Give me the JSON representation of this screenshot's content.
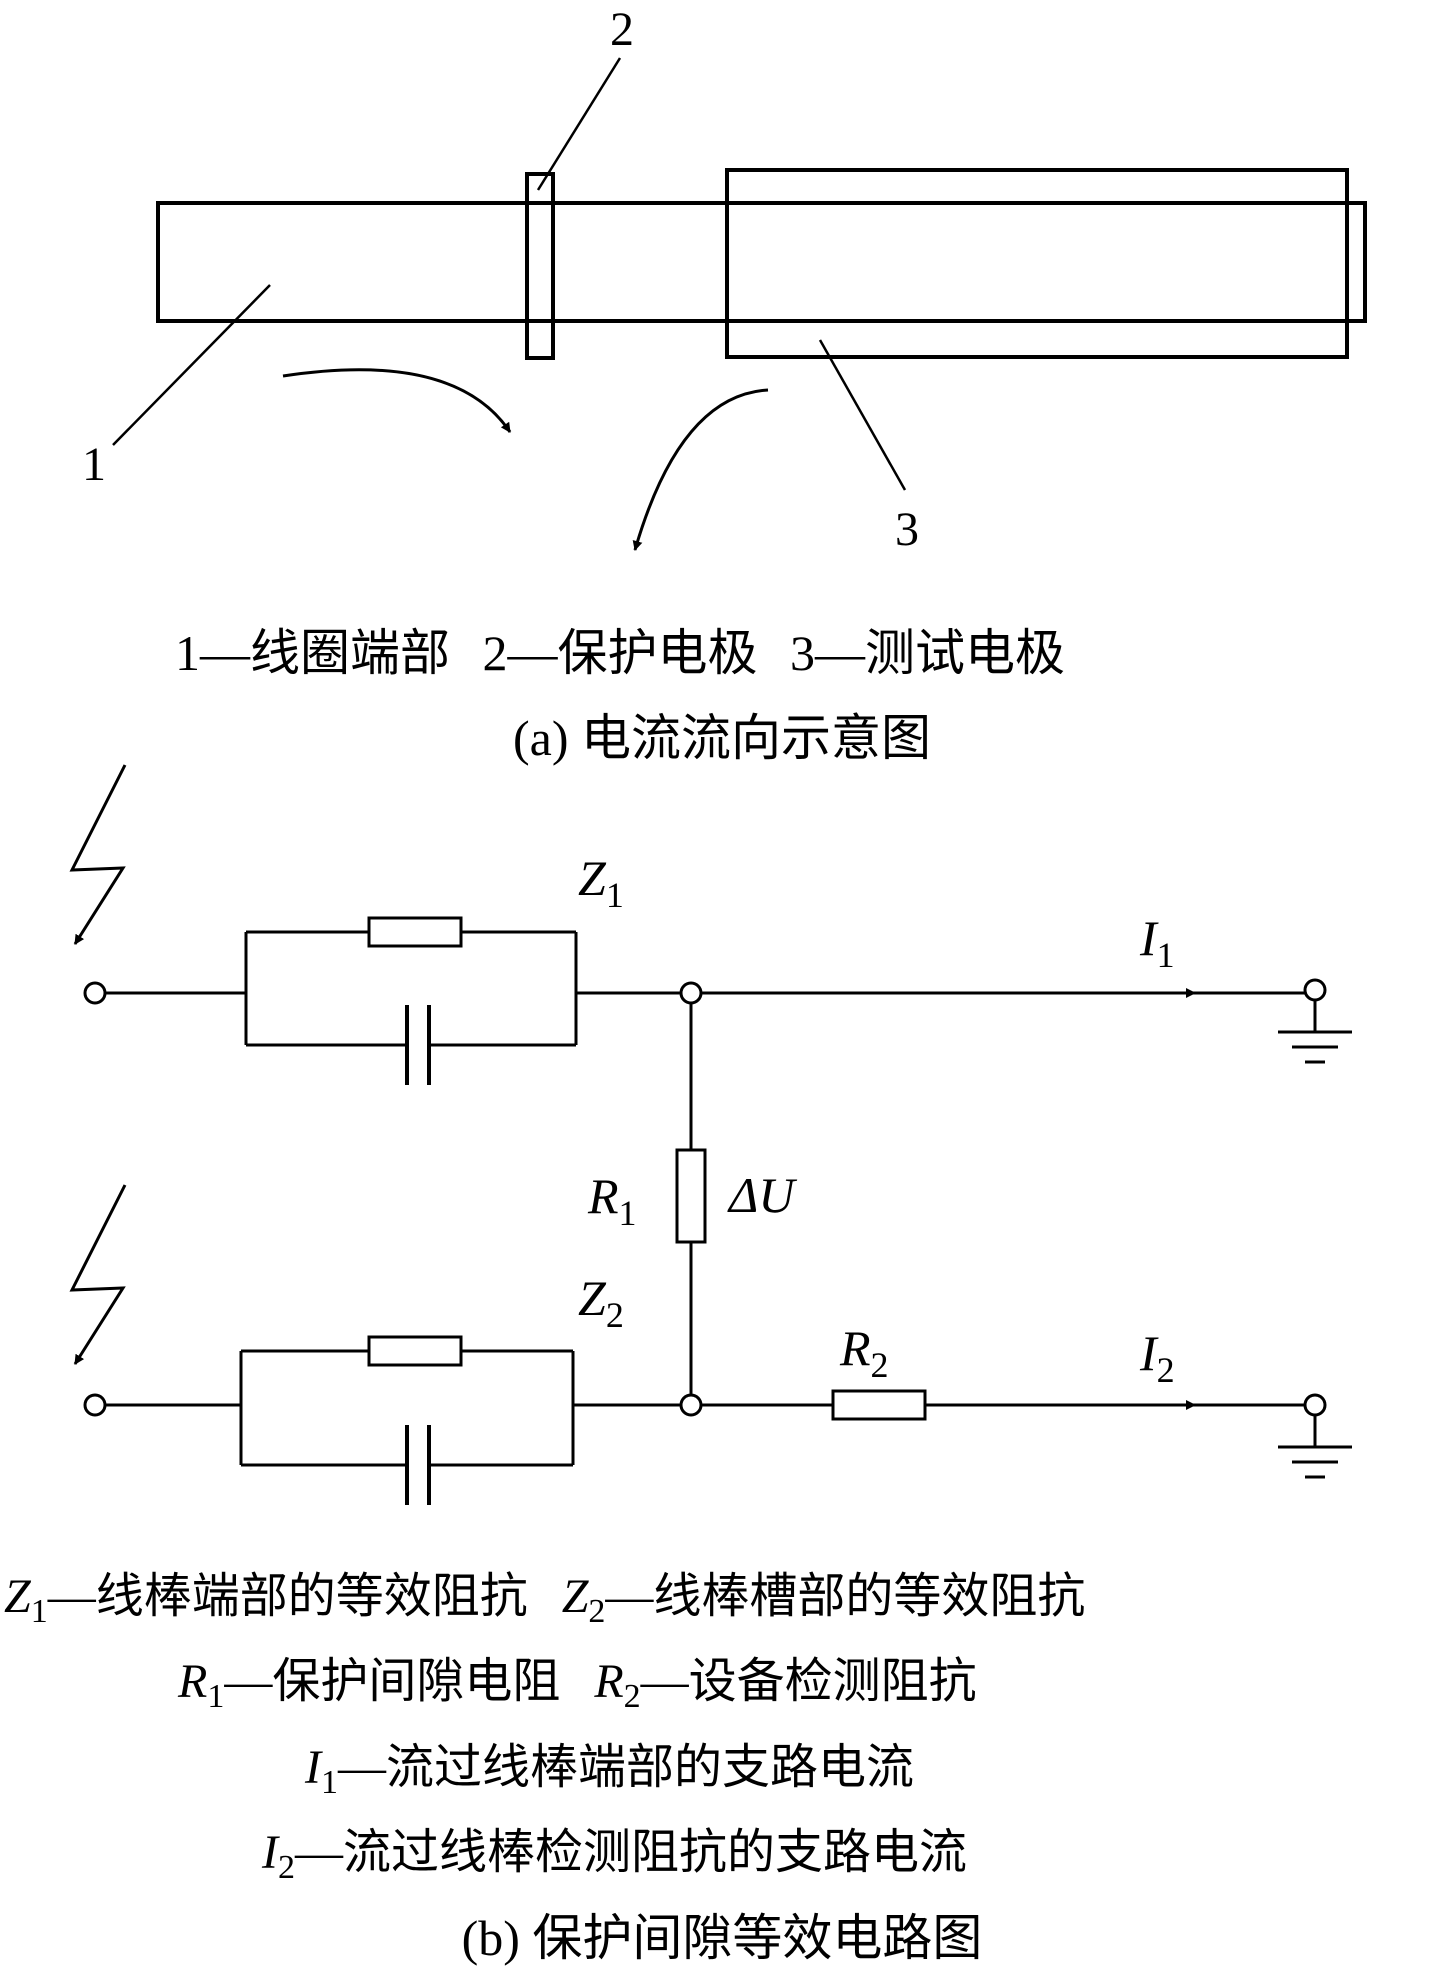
{
  "part_a": {
    "labels": {
      "coil_end": "1",
      "guard_electrode": "2",
      "test_electrode": "3"
    },
    "legend": {
      "item1_num": "1",
      "item1_text": "线圈端部",
      "item2_num": "2",
      "item2_text": "保护电极",
      "item3_num": "3",
      "item3_text": "测试电极"
    },
    "caption": "(a) 电流流向示意图"
  },
  "part_b": {
    "circuit": {
      "z1": {
        "sym": "Z",
        "sub": "1"
      },
      "z2": {
        "sym": "Z",
        "sub": "2"
      },
      "r1": {
        "sym": "R",
        "sub": "1"
      },
      "r2": {
        "sym": "R",
        "sub": "2"
      },
      "i1": {
        "sym": "I",
        "sub": "1"
      },
      "i2": {
        "sym": "I",
        "sub": "2"
      },
      "delta_u": "ΔU"
    },
    "legend": {
      "z1_text": "线棒端部的等效阻抗",
      "z2_text": "线棒槽部的等效阻抗",
      "r1_text": "保护间隙电阻",
      "r2_text": "设备检测阻抗",
      "i1_text": "流过线棒端部的支路电流",
      "i2_text": "流过线棒检测阻抗的支路电流"
    },
    "caption": "(b) 保护间隙等效电路图"
  }
}
